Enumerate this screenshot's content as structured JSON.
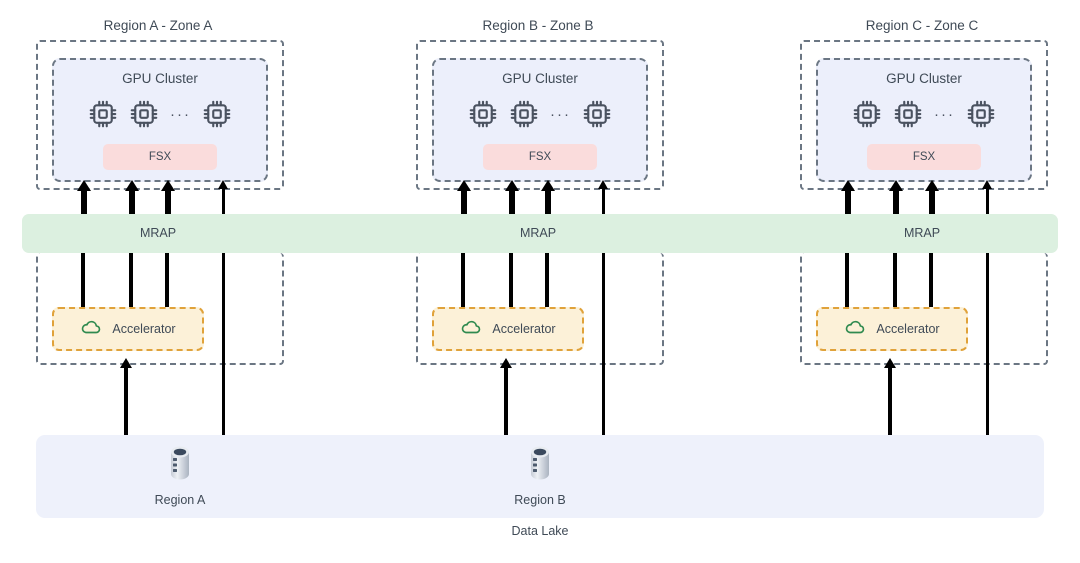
{
  "diagram": {
    "title_caption": "Data Lake",
    "colors": {
      "gpu_cluster_fill": "#eceffb",
      "fsx_fill": "#fadcdc",
      "mrap_fill": "#dcf0e0",
      "accelerator_fill": "#fcf1d8",
      "accelerator_border": "#e0a23a",
      "data_lake_fill": "#eef1fb",
      "dashed_border": "#6b7683",
      "cloud_icon": "#2f8a4f",
      "chip_icon": "#4a5260",
      "arrow": "#000000",
      "text": "#3f4a56"
    }
  },
  "regions": [
    {
      "id": "region-a",
      "title": "Region A - Zone A",
      "gpu_cluster": {
        "label": "GPU Cluster",
        "chip_icon_name": "cpu-chip-icon",
        "chip_count_visible": 3,
        "ellipsis": "···",
        "storage": {
          "label": "FSX"
        }
      },
      "mrap": {
        "label": "MRAP"
      },
      "accelerator": {
        "label": "Accelerator",
        "icon_name": "cloud-icon"
      }
    },
    {
      "id": "region-b",
      "title": "Region B - Zone B",
      "gpu_cluster": {
        "label": "GPU Cluster",
        "chip_icon_name": "cpu-chip-icon",
        "chip_count_visible": 3,
        "ellipsis": "···",
        "storage": {
          "label": "FSX"
        }
      },
      "mrap": {
        "label": "MRAP"
      },
      "accelerator": {
        "label": "Accelerator",
        "icon_name": "cloud-icon"
      }
    },
    {
      "id": "region-c",
      "title": "Region C - Zone C",
      "gpu_cluster": {
        "label": "GPU Cluster",
        "chip_icon_name": "cpu-chip-icon",
        "chip_count_visible": 3,
        "ellipsis": "···",
        "storage": {
          "label": "FSX"
        }
      },
      "mrap": {
        "label": "MRAP"
      },
      "accelerator": {
        "label": "Accelerator",
        "icon_name": "cloud-icon"
      }
    }
  ],
  "data_lake": {
    "caption": "Data Lake",
    "nodes": [
      {
        "label": "Region A",
        "icon_name": "database-cylinder-icon"
      },
      {
        "label": "Region B",
        "icon_name": "database-cylinder-icon"
      }
    ]
  }
}
